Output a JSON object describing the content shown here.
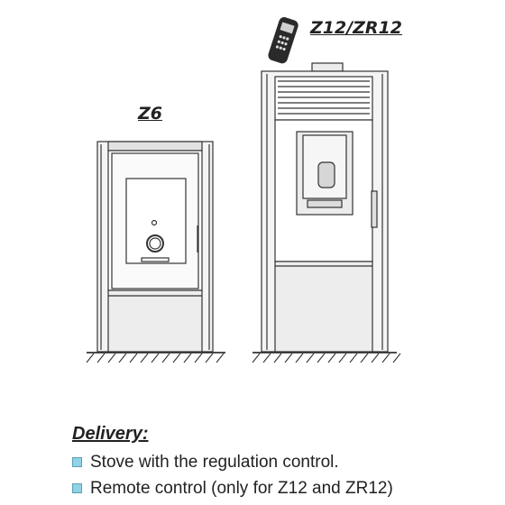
{
  "labels": {
    "z6": "Z6",
    "z12": "Z12/ZR12"
  },
  "delivery": {
    "title": "Delivery:",
    "items": [
      "Stove with the regulation control.",
      "Remote control (only for Z12 and ZR12)"
    ]
  },
  "colors": {
    "bullet": "#8fd3e6",
    "line": "#333333",
    "panel": "#e8e8e8"
  },
  "icons": [
    "remote-control-icon",
    "bullet-square-icon"
  ]
}
